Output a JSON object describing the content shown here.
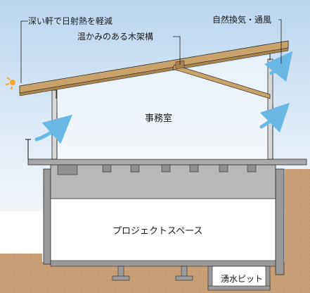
{
  "annotations": {
    "deep_eaves": "深い軒で日射熱を軽減",
    "wood_structure": "温かみのある木架構",
    "natural_ventilation": "自然換気・通風"
  },
  "rooms": {
    "office": "事務室",
    "project_space": "プロジェクトスペース",
    "drainage_pit": "湧水ピット"
  },
  "colors": {
    "sky_top": "#bcd6ee",
    "sky_bottom": "#f3f7fb",
    "wood": "#c9a46a",
    "concrete": "#b9b9b9",
    "concrete_dark": "#8f8f8f",
    "earth": "#c7a079",
    "airflow": "#6ab8e6",
    "sun": "#f2a62a",
    "line": "#2a2a2a"
  },
  "icons": [
    "sun-icon",
    "airflow-arrow-icon"
  ]
}
